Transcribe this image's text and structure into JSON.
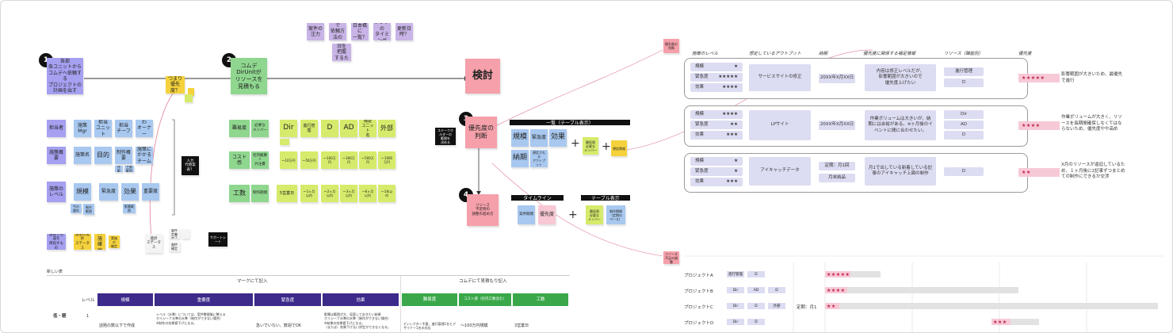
{
  "canvas": {
    "top_stickies": [
      "案件の注力",
      "これまで\n依頼方法の\nルール",
      "日本橋に\n一覧？",
      "メンテの\nタイミング",
      "更新日時？",
      "進捗状況を\n把握\nするための"
    ],
    "step1": {
      "num": "1",
      "sticky": "各部\n各ユニットから\nコムデへ依頼する\nプロジェクトの\n計画を出す"
    },
    "step1_note": "つまり\n優先度？",
    "step2": {
      "num": "2",
      "sticky": "コムデ\nDirUnitが\nリソースを\n見積もる"
    },
    "kentou": "検討",
    "step3": {
      "num": "3",
      "sticky": "優先度の\n判断"
    },
    "step4": {
      "num": "4",
      "sticky": "リソース\n不足時の\n調整の進め方"
    },
    "left_rows": [
      {
        "head": "担当者",
        "items": [
          "施策Mgr",
          "担当\nユニット",
          "担当\nチーフ",
          "わ\nオーナー"
        ]
      },
      {
        "head": "施策概要",
        "items": [
          "施策名",
          "目的",
          "制作概要",
          "施策にかかる\nチーム"
        ]
      },
      {
        "head": "施策の\nレベル",
        "items": [
          "規模",
          "緊急度",
          "効果",
          "重要度"
        ]
      }
    ],
    "left_row3_small": [
      "今の\n優先",
      "制作\n範囲",
      "影響範囲"
    ],
    "left_row2_small": [
      "制作\n範囲",
      "工数範囲"
    ],
    "left_bottom": [
      "施策で完成を\n目指すもの",
      "施策の進捗\nステータス",
      "実施\n確定",
      "実施\nの\n確定"
    ],
    "left_black_note": "人力\n代替案表？",
    "left_bottom_black": "サポートシート",
    "left_white": [
      "進捗\nステータス",
      "要件定義\n完了",
      "進捗\n確定"
    ],
    "mid_rows": [
      {
        "head": "難易度",
        "second": "必要な\nメンバー",
        "items": [
          "Dir",
          "進行管理",
          "D",
          "AD",
          "機能\nユニット\n名",
          "外部"
        ]
      },
      {
        "head": "コスト感",
        "second": "社内概算\n＋\n外注費",
        "items": [
          "〜10万円",
          "〜50万円",
          "〜100万円",
          "〜300万円",
          "〜500万円",
          "〜1000万円"
        ]
      },
      {
        "head": "工数",
        "second": "制作期間",
        "items": [
          "5営業日",
          "〜1ヶ月以内",
          "〜2ヶ月以内",
          "〜3ヶ月以内",
          "〜6ヶ月以内",
          "〜1年以内"
        ]
      }
    ],
    "table_label": "一覧（テーブル表示）",
    "table_stickies": [
      "規模",
      "緊急度",
      "効果",
      "納期",
      "想定される\nアウトプット"
    ],
    "table_extra": [
      "最低限\n必要な\nメンバー",
      "想定情報"
    ],
    "timeline_label": "タイムライン",
    "timeline_stickies": [
      "案件期間",
      "優先度"
    ],
    "table2_label": "テーブル表示",
    "table2_stickies": [
      "最低限\n必要な\nメンバー",
      "制作期間\n（定期の\nペース）"
    ],
    "black_small": "ステークホルダーの\n範囲を\n決める",
    "pink_note1": "優先度の\n判断",
    "pink_note2": "リソース\n不足の調整",
    "new_table_title": "新しい表",
    "new_table": {
      "group1": "マークにて記入",
      "group2": "コムデにて見積もり記入",
      "level": "レベル",
      "purple_heads": [
        "規模",
        "重要度",
        "緊急度",
        "効果"
      ],
      "green_heads": [
        "難易度",
        "コスト感（社内工数含む）",
        "工数"
      ],
      "row_label": "低・軽",
      "row_level": "1",
      "cells": [
        "話題の数以下で作成",
        "レベル（水準）については、案件整理後に整える\nホリジーナ水準の水準（制作ができない場合）\n※制作の効果値下げになる。",
        "急いでいない、数週でOK",
        "影響は範囲が大、見直しておきたい結果\nホリジーナ水準の水準（制作ができない場合）\n※結果の効果値下げになる。\n（または）効果下げない評定ができなくなる。",
        "ディレクター不要、進行管理1名とデザイナー1名の対応",
        "〜100万円規模",
        "3営業日"
      ]
    }
  },
  "priority_panel": {
    "headers": [
      "施策のレベル",
      "想定しているアウトプット",
      "納期",
      "優先度に関係する補足情報",
      "リソース（職能別）",
      "優先度"
    ],
    "rows": [
      {
        "levels": [
          {
            "k": "規模",
            "v": "★"
          },
          {
            "k": "緊急度",
            "v": "★★★★★"
          },
          {
            "k": "効果",
            "v": "★★★★"
          }
        ],
        "output": "サービスサイトの修正",
        "deadline": "20XX年X月XX日",
        "info": "内容は修正レベルだが、\n影響範囲が大きいので\n優先度上げたい",
        "resources": [
          "進行管理",
          "D"
        ],
        "priority": "★★★★★",
        "comment": "影響範囲が大きいため、最優先\nで進行"
      },
      {
        "levels": [
          {
            "k": "規模",
            "v": "★★★★"
          },
          {
            "k": "緊急度",
            "v": "★★"
          },
          {
            "k": "効果",
            "v": "★★★"
          }
        ],
        "output": "LPサイト",
        "deadline": "20XX年X月XX日",
        "info": "作業ボリュームは大きいが、納\n期には余裕がある。※ヶ月後のイ\nベントに間に合わせたい。",
        "resources": [
          "Dir",
          "AD",
          "D"
        ],
        "priority": "★★★★",
        "comment": "作業ボリュームが大きく、リソ\nースを長期間確保しなくてはな\nらないため、優先度やや高め"
      },
      {
        "levels": [
          {
            "k": "規模",
            "v": "★"
          },
          {
            "k": "緊急度",
            "v": "★"
          },
          {
            "k": "効果",
            "v": "★★★"
          }
        ],
        "output": "アイキャッチデータ",
        "deadline": "定期：月1回",
        "deadline2": "月末納品",
        "info": "月1で出している新着している記\n事のアイキャッチ上図の制作",
        "resources": [
          "D"
        ],
        "priority": "★★",
        "comment": "X月のリソースが逼迫しているた\nめ、１ヶ月後に2記事ずつまとめ\nての制作にできるか交渉"
      }
    ]
  },
  "gantt": {
    "projects": [
      {
        "name": "プロジェクトA",
        "chips": [
          "進行管理",
          "D"
        ],
        "stars": "★★★★★"
      },
      {
        "name": "プロジェクトB",
        "chips": [
          "Dir",
          "AD",
          "D"
        ],
        "stars": "★★★★"
      },
      {
        "name": "プロジェクトC",
        "chips": [
          "Dir",
          "D",
          "外部"
        ],
        "stars": "★★"
      },
      {
        "name": "プロジェクトD",
        "chips": [
          "Dir",
          "D"
        ],
        "stars": "★★★"
      }
    ],
    "schedule_note": "定期：月1"
  }
}
